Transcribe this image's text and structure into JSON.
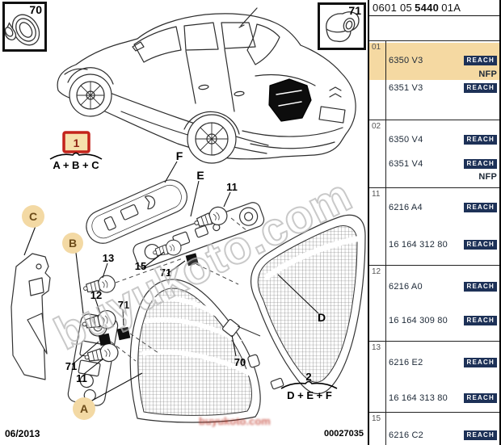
{
  "header": {
    "code_part1": "0601 05",
    "code_part2": "5440",
    "code_part3": "01A"
  },
  "inset_boxes": {
    "box70": {
      "label": "70"
    },
    "box71": {
      "label": "71"
    }
  },
  "footer": {
    "date": "06/2013",
    "drawing_number": "00027035"
  },
  "watermark": {
    "text": "buyukoto.com"
  },
  "diagram": {
    "labels": {
      "A": "A",
      "B": "B",
      "C": "C",
      "D": "D",
      "E": "E",
      "F": "F"
    },
    "callouts": {
      "c11": "11",
      "c12": "12",
      "c13": "13",
      "c15": "15",
      "c70": "70",
      "c71": "71"
    },
    "groups": {
      "g1": {
        "number": "1",
        "formula": "A + B + C"
      },
      "g2": {
        "number": "2",
        "formula": "D + E + F"
      }
    }
  },
  "parts_panel": {
    "sections": [
      {
        "ref": "01",
        "highlighted": true,
        "rows": [
          {
            "part": "6350 V3",
            "badge": "REACH"
          },
          {
            "part": "NFP",
            "align": "right"
          },
          {
            "part": "6351 V3",
            "badge": "REACH"
          }
        ]
      },
      {
        "ref": "02",
        "rows": [
          {
            "part": "6350 V4",
            "badge": "REACH"
          },
          {
            "part": "6351 V4",
            "badge": "REACH"
          },
          {
            "part": "NFP",
            "align": "right"
          }
        ]
      },
      {
        "ref": "11",
        "rows": [
          {
            "part": "6216 A4",
            "badge": "REACH"
          },
          {
            "part": "16 164 312 80",
            "badge": "REACH"
          }
        ]
      },
      {
        "ref": "12",
        "rows": [
          {
            "part": "6216 A0",
            "badge": "REACH"
          },
          {
            "part": "16 164 309 80",
            "badge": "REACH"
          }
        ]
      },
      {
        "ref": "13",
        "rows": [
          {
            "part": "6216 E2",
            "badge": "REACH"
          },
          {
            "part": "16 164 313 80",
            "badge": "REACH"
          }
        ]
      },
      {
        "ref": "15",
        "rows": [
          {
            "part": "6216 C2",
            "badge": "REACH"
          }
        ]
      }
    ],
    "colors": {
      "highlight_row": "#f5d9a2",
      "reach_badge_bg": "#1d3157",
      "reach_badge_text": "#ffffff",
      "label_circle": "#f3d9a4",
      "label_circle_text": "#6b4a18",
      "group1_box_border": "#c3231b",
      "group1_box_fill": "#f6e0ac",
      "group1_number": "#8c2113"
    }
  }
}
